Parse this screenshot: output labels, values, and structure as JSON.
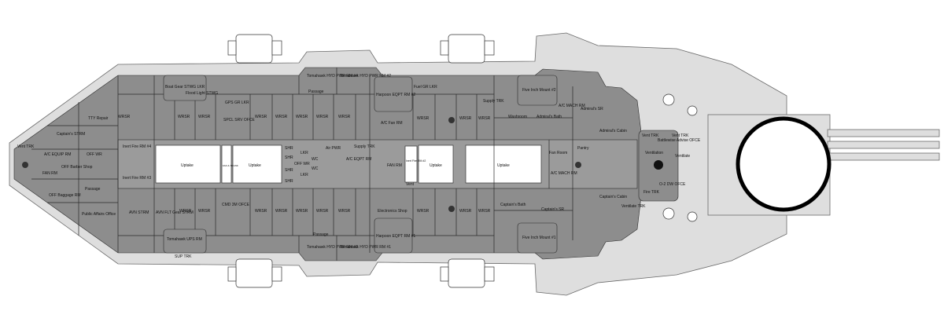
{
  "colors": {
    "deck_upper": "#dcdcdc",
    "rooms": "#8d8d8d",
    "uptake": "#ffffff",
    "lines": "#2a2a2a"
  },
  "compartments": {
    "vent_trk_bow": "Vent TRK",
    "ttyrepair": "TTY Repair",
    "captains_strm": "Captain's STRM",
    "ac_equip_rm": "A/C EQUIP RM",
    "off_wr_bow": "OFF WR",
    "fan_rm_bow": "FAN RM",
    "off_barber": "OFF Barber Shop",
    "off_baggage": "OFF Baggage RM",
    "public_affairs": "Public Affairs Office",
    "passage_fwd": "Passage",
    "avn_strm": "AVN STRM",
    "avn_flt_gear": "AVN FLT Gear STRM",
    "tomahawk_ups_rm": "Tomahawk UPS RM",
    "sup_trk_p": "SUP TRK",
    "boat_gear": "Boat Gear STWG LKR",
    "flood_light": "Flood Light STWG",
    "inert_fire_p4": "Inert Fire RM #4",
    "inert_fire_s3": "Inert Fire RM #3",
    "wrsr": "WRSR",
    "spcl_srv": "SPCL SRV OFCE",
    "cmd_3m": "CMD 3M OFCE",
    "gps_gr_lkr": "GPS GR LKR",
    "uptake": "Uptake",
    "fans_trunk": "FAN & TRUNK",
    "shr": "SHR",
    "wc": "WC",
    "lkr": "LKR",
    "off_wr": "OFF WR",
    "air_pwr": "Air PWR",
    "ac_eqpt_rm": "A/C EQPT RM",
    "supply_trk": "Supply TRK",
    "passage_mid": "Passage",
    "tomahawk_hyd_4": "Tomahawk HYD PWR RM #4",
    "tomahawk_hyd_2": "Tomahawk HYD PWR RM #2",
    "tomahawk_hyd_3": "Tomahawk HYD PWR RM #3",
    "tomahawk_hyd_1": "Tomahawk HYD PWR RM #1",
    "harpoon_2": "Harpoon EQPT RM #2",
    "harpoon_1": "Harpoon EQPT RM #1",
    "fuel_gr_lkr": "Fuel GR LKR",
    "ac_fan_rm": "A/C Fan RM",
    "electronics_shop": "Electronics Shop",
    "fan_rm_mid": "FAN RM",
    "inert_fire_2": "Inert Fire RM #2",
    "vent": "Vent",
    "fan_room": "Fan Room",
    "supply_trk_s": "Supply TRK",
    "washroom": "Washroom",
    "admirals_bath": "Admiral's Bath",
    "ac_mach_rm": "A/C MACH RM",
    "admirals_sr": "Admiral's SR",
    "admirals_cabin": "Admiral's Cabin",
    "pantry": "Pantry",
    "captains_cabin": "Captain's Cabin",
    "captains_bath": "Captain's Bath",
    "captains_sr": "Captain's SR",
    "five_inch_2": "Five Inch Mount #2",
    "five_inch_1": "Five Inch Mount #1",
    "vent_trk_fwd": "Vent TRK",
    "ventilation": "Ventilation",
    "battlewise": "Battlewise Advise OFCE",
    "o2_dw": "O-2 DW OFCE",
    "ventilate": "Ventilate",
    "fire_trk": "Fire TRK",
    "vent_trk_fwd2": "Vent TRK",
    "ventilate_trk": "Ventilate TRK"
  }
}
